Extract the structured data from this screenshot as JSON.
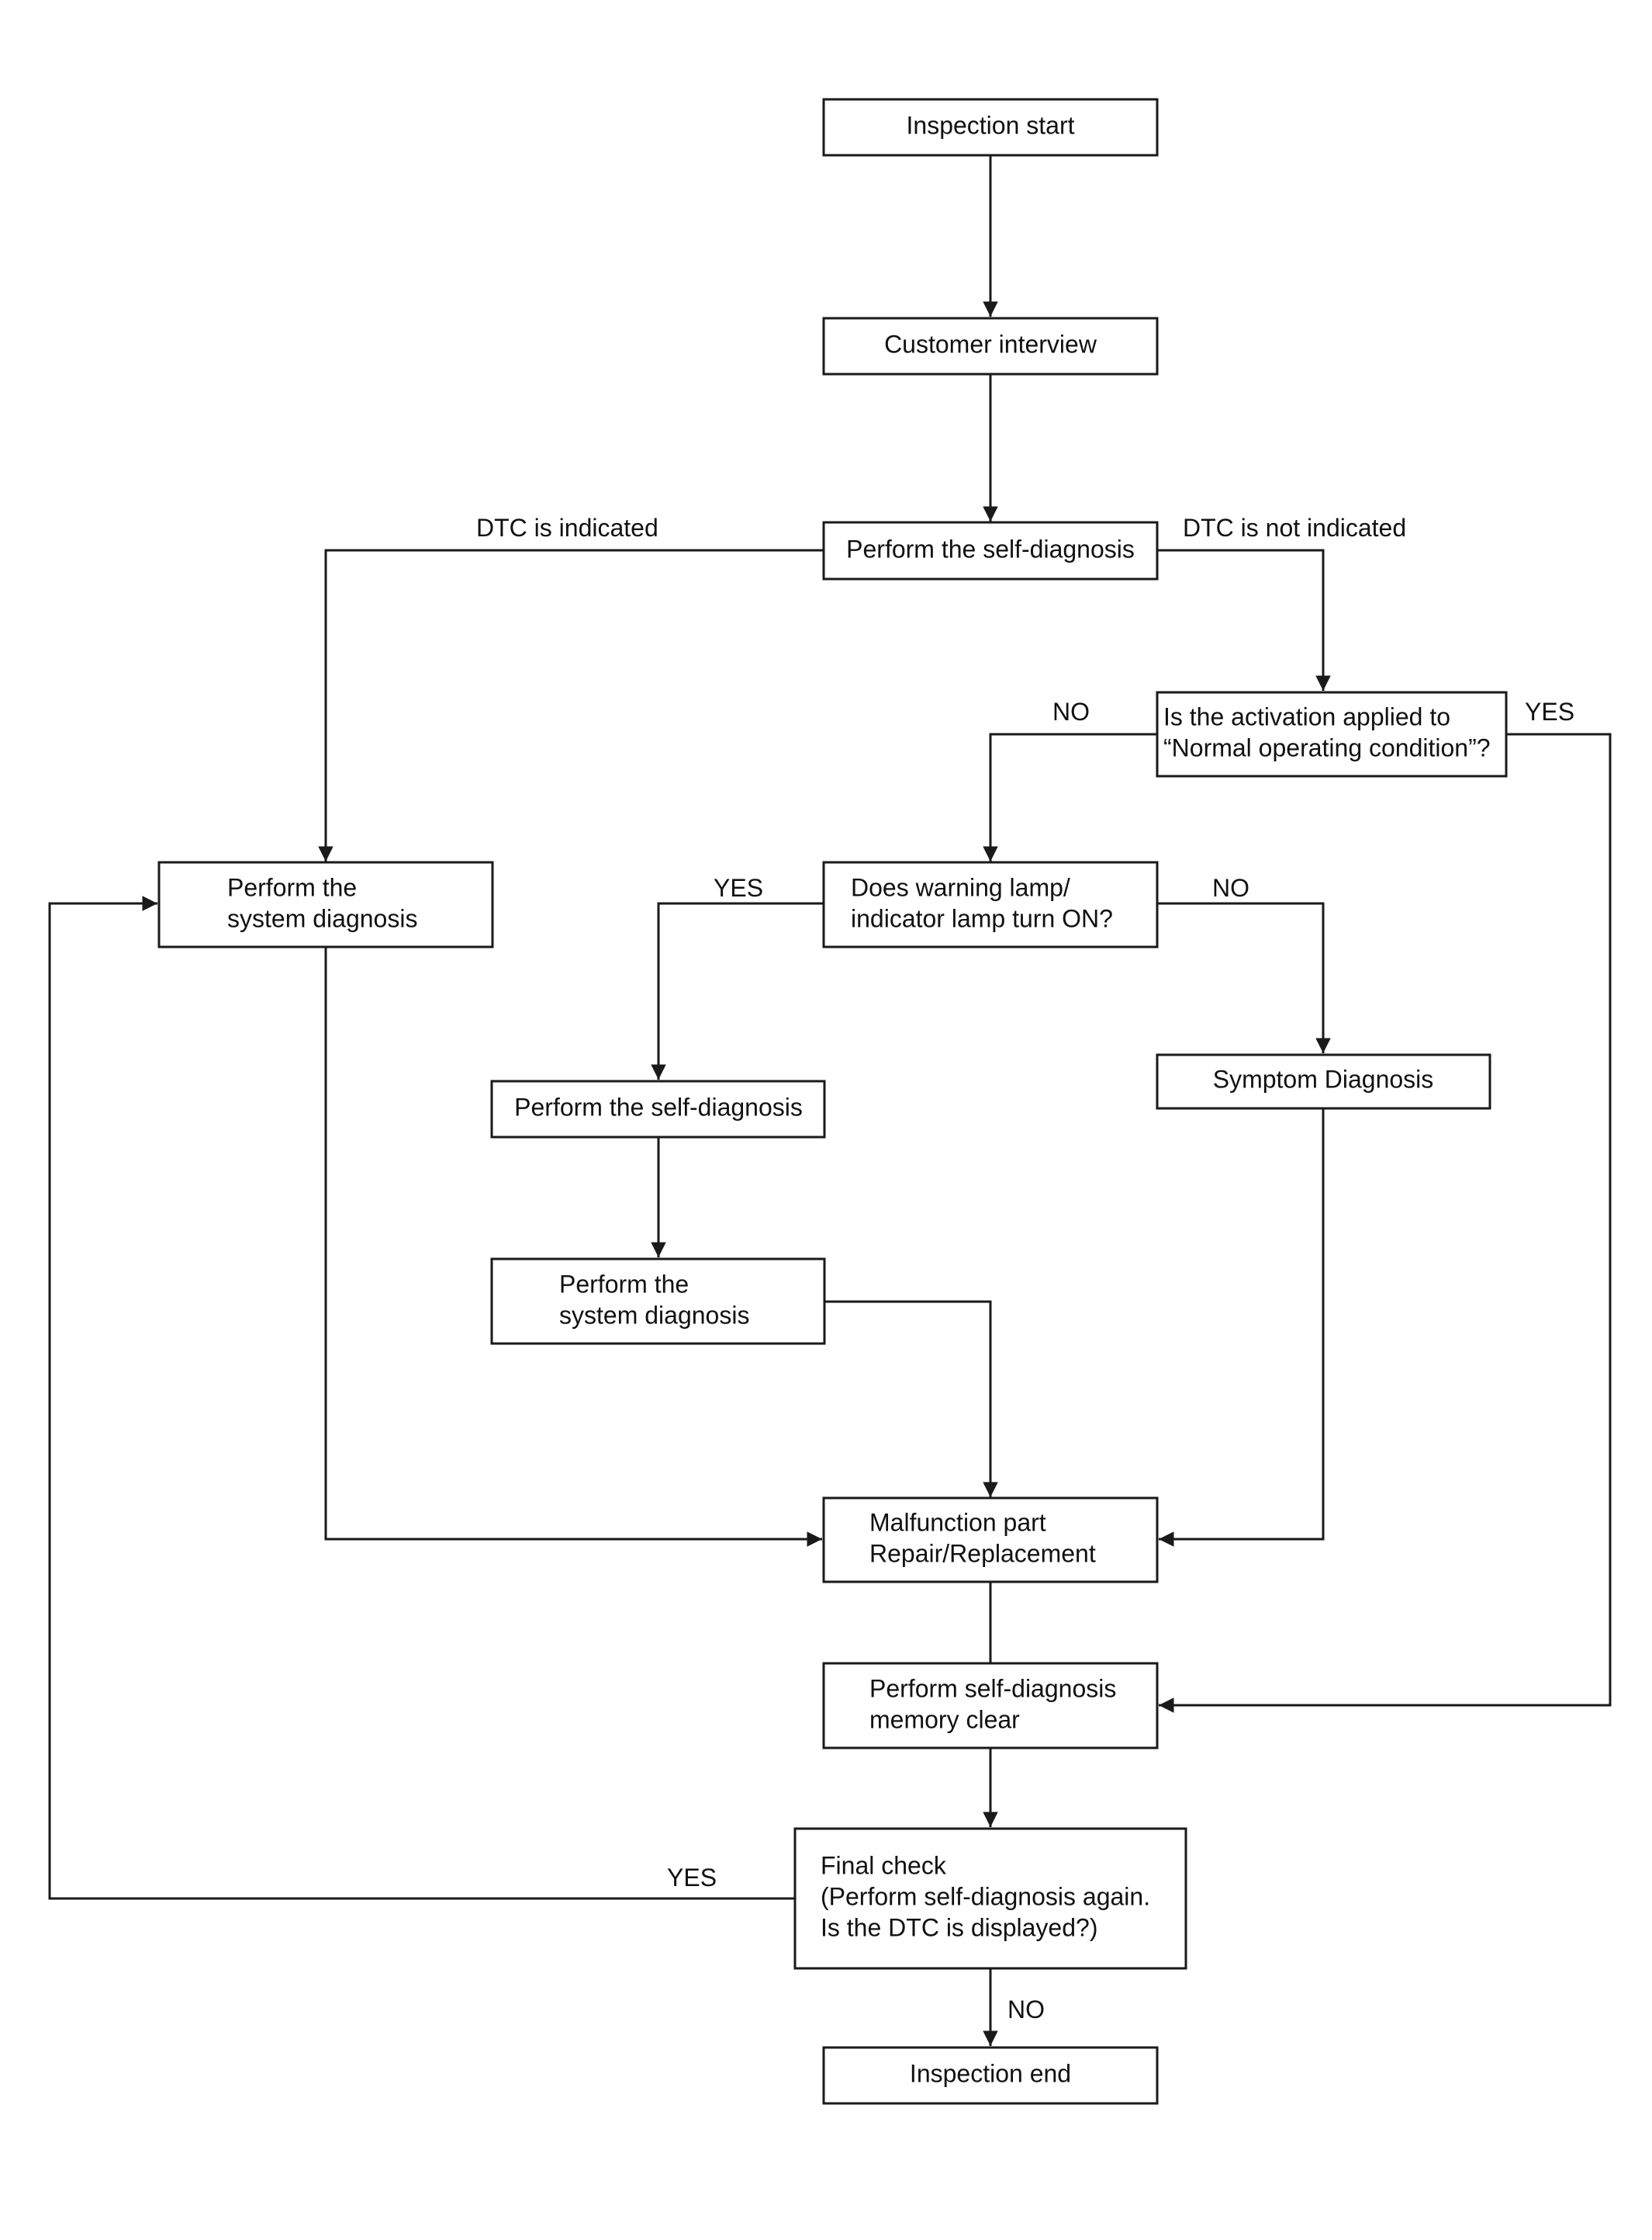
{
  "nodes": {
    "inspection_start": [
      "Inspection start"
    ],
    "customer_interview": [
      "Customer interview"
    ],
    "self_diagnosis_1": [
      "Perform the self-diagnosis"
    ],
    "activation_question": [
      "Is the activation applied to",
      "“Normal operating condition”?"
    ],
    "system_diagnosis_left": [
      "Perform the",
      "system diagnosis"
    ],
    "warning_lamp_question": [
      "Does warning lamp/",
      "indicator lamp turn ON?"
    ],
    "self_diagnosis_2": [
      "Perform the self-diagnosis"
    ],
    "symptom_diagnosis": [
      "Symptom Diagnosis"
    ],
    "system_diagnosis_mid": [
      "Perform the",
      "system diagnosis"
    ],
    "malfunction_repair": [
      "Malfunction part",
      "Repair/Replacement"
    ],
    "memory_clear": [
      "Perform self-diagnosis",
      "memory clear"
    ],
    "final_check": [
      "Final check",
      "(Perform self-diagnosis again.",
      "Is the DTC is displayed?)"
    ],
    "inspection_end": [
      "Inspection end"
    ]
  },
  "edge_labels": {
    "dtc_indicated": "DTC is indicated",
    "dtc_not_indicated": "DTC is not indicated",
    "activation_no": "NO",
    "activation_yes": "YES",
    "lamp_yes": "YES",
    "lamp_no": "NO",
    "final_yes": "YES",
    "final_no": "NO"
  }
}
